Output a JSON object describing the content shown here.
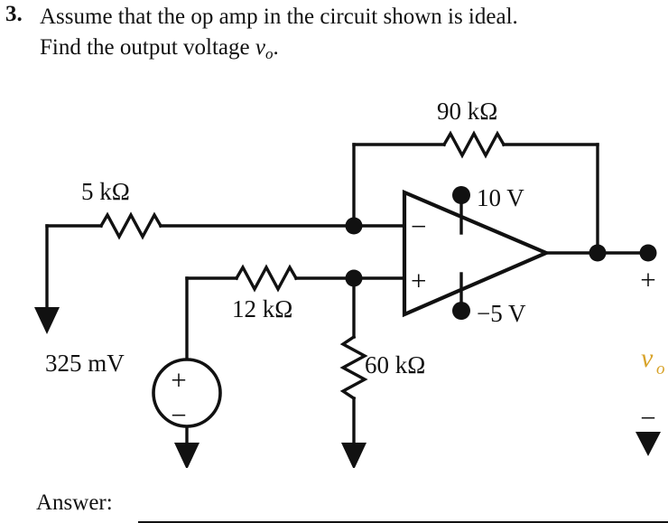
{
  "problem": {
    "number": "3.",
    "line1": "Assume that the op amp in the circuit shown is ideal.",
    "line2_pre": "Find the output voltage ",
    "line2_var": "v",
    "line2_sub": "o",
    "line2_post": "."
  },
  "circuit": {
    "title": "op-amp circuit schematic",
    "components": [
      {
        "id": "r_input",
        "type": "resistor",
        "label": "5 kΩ",
        "value": 5,
        "unit": "kΩ"
      },
      {
        "id": "r_feedback",
        "type": "resistor",
        "label": "90 kΩ",
        "value": 90,
        "unit": "kΩ"
      },
      {
        "id": "r_series",
        "type": "resistor",
        "label": "12 kΩ",
        "value": 12,
        "unit": "kΩ"
      },
      {
        "id": "r_shunt",
        "type": "resistor",
        "label": "60 kΩ",
        "value": 60,
        "unit": "kΩ"
      },
      {
        "id": "v_source",
        "type": "independent-voltage-source",
        "label": "325 mV",
        "value": 325,
        "unit": "mV"
      },
      {
        "id": "opamp",
        "type": "operational-amplifier",
        "inverting": "−",
        "noninverting": "+"
      }
    ],
    "labels": {
      "r5": "5 kΩ",
      "r90": "90 kΩ",
      "r12": "12 kΩ",
      "r60": "60 kΩ",
      "vsource": "325 mV",
      "supply_pos": "10 V",
      "supply_neg": "−5 V",
      "opamp_minus": "−",
      "opamp_plus": "+",
      "source_plus": "+",
      "source_minus": "−",
      "out_plus": "+",
      "out_minus": "−",
      "out_var": "v",
      "out_sub": "o"
    },
    "colors": {
      "wire": "#111111",
      "text": "#111111",
      "output_annotation": "#d8a32a",
      "background": "#ffffff"
    }
  },
  "answer": {
    "label": "Answer:"
  }
}
